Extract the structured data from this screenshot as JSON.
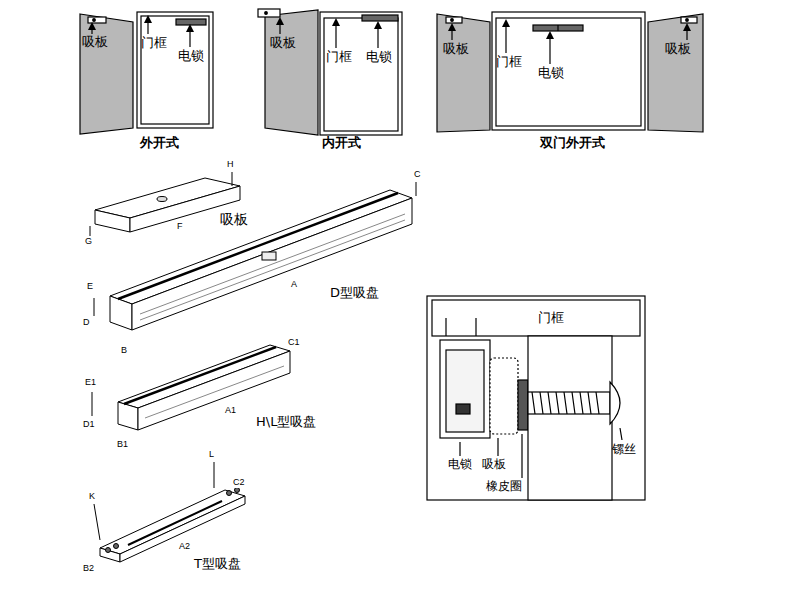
{
  "diagram": {
    "labels": [
      "吸板",
      "门框",
      "电锁",
      "外开式",
      "吸板",
      "门框",
      "电锁",
      "内开式",
      "吸板",
      "门框",
      "电锁",
      "吸板",
      "双门外开式",
      "H",
      "C",
      "吸板",
      "F",
      "G",
      "E",
      "A",
      "D",
      "B",
      "D型吸盘",
      "C1",
      "E1",
      "A1",
      "D1",
      "B1",
      "H\\L型吸盘",
      "L",
      "C2",
      "K",
      "A2",
      "B2",
      "T型吸盘",
      "门框",
      "电锁",
      "吸板",
      "橡皮圈",
      "镙丝"
    ]
  }
}
